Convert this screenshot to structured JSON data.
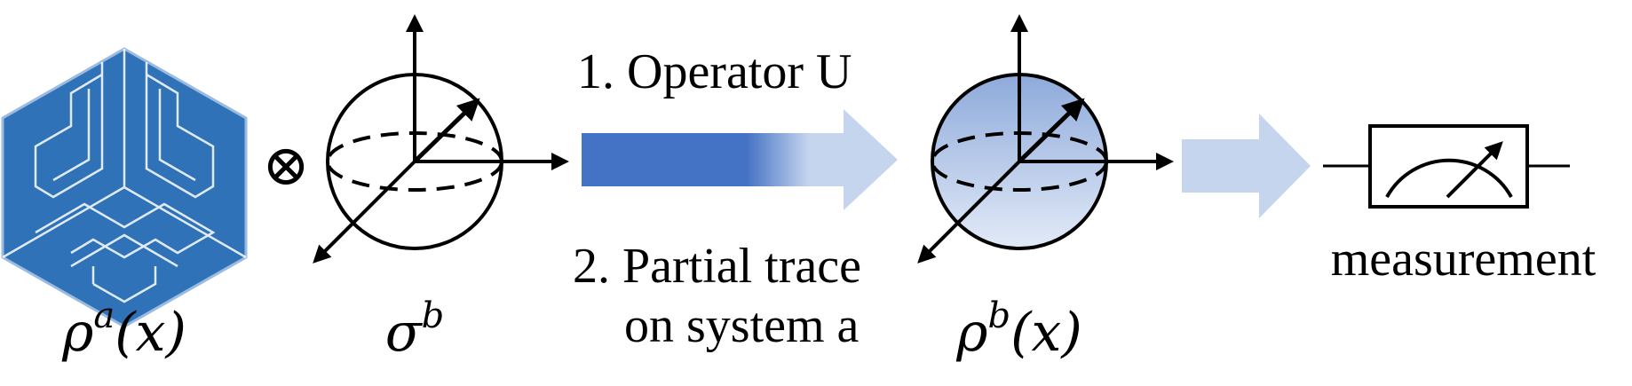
{
  "states": {
    "rho_a": {
      "symbol": "ρ",
      "sup": "a",
      "arg": "(x)"
    },
    "sigma_b": {
      "symbol": "σ",
      "sup": "b"
    },
    "rho_b": {
      "symbol": "ρ",
      "sup": "b",
      "arg": "(x)"
    }
  },
  "tensor_symbol": "⊗",
  "steps": {
    "step1": "1. Operator U",
    "step2_line1": "2. Partial trace",
    "step2_line2": "on system a"
  },
  "measurement_label": "measurement",
  "colors": {
    "hexagon_fill": "#2f72b8",
    "maze_lines": "#ffffff",
    "arrow_dark": "#4472c4",
    "arrow_light": "#c6d5ee",
    "sphere_top": "#8eaadb",
    "sphere_bottom": "#dce6f5"
  },
  "icons": {
    "system_a": "impossible-maze-hexagon-icon",
    "system_b": "bloch-sphere-icon",
    "output": "bloch-sphere-shaded-icon",
    "meter": "measurement-meter-icon"
  }
}
